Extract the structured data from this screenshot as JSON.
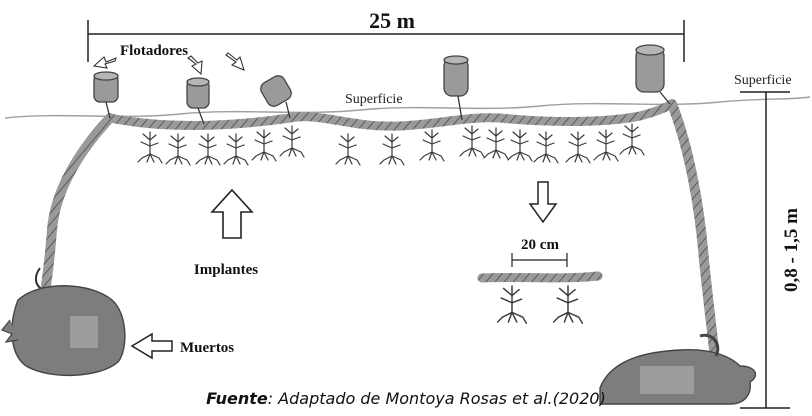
{
  "labels": {
    "width_dimension": "25 m",
    "floats": "Flotadores",
    "surface_center": "Superficie",
    "surface_right": "Superficie",
    "spacing": "20 cm",
    "implants": "Implantes",
    "anchors": "Muertos",
    "depth": "0,8 - 1,5 m"
  },
  "caption": {
    "source_label": "Fuente",
    "source_text": ": Adaptado de Montoya Rosas et al.(2020)"
  },
  "colors": {
    "rope": "#8c8c8c",
    "rope_dark": "#555555",
    "float": "#9a9a9a",
    "bag": "#7d7d7d",
    "water_line": "#9a9a9a",
    "seaweed": "#3a3a3a"
  }
}
